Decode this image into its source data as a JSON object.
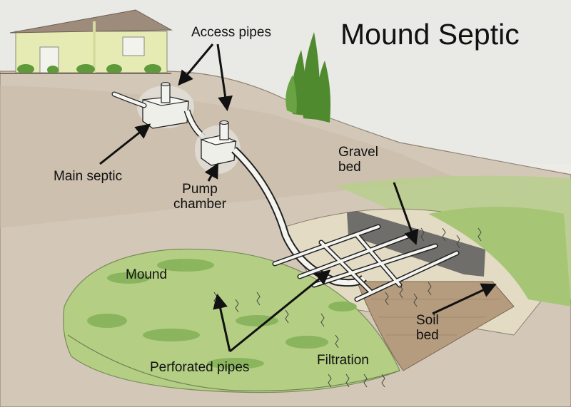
{
  "title": "Mound Septic",
  "labels": {
    "access_pipes": "Access pipes",
    "main_septic": "Main septic",
    "pump_chamber_line1": "Pump",
    "pump_chamber_line2": "chamber",
    "gravel_bed_line1": "Gravel",
    "gravel_bed_line2": "bed",
    "mound": "Mound",
    "soil_bed_line1": "Soil",
    "soil_bed_line2": "bed",
    "filtration": "Filtration",
    "perforated_pipes": "Perforated pipes"
  },
  "colors": {
    "paper": "#ece8e0",
    "hill": "#cfc4b3",
    "soil": "#bfa88e",
    "grass": "#a9c97a",
    "gravel": "#e4dcc6",
    "tree": "#4f8a2e",
    "house_wall": "#e7ecb5",
    "roof": "#9b8a7a",
    "ink": "#111111"
  }
}
